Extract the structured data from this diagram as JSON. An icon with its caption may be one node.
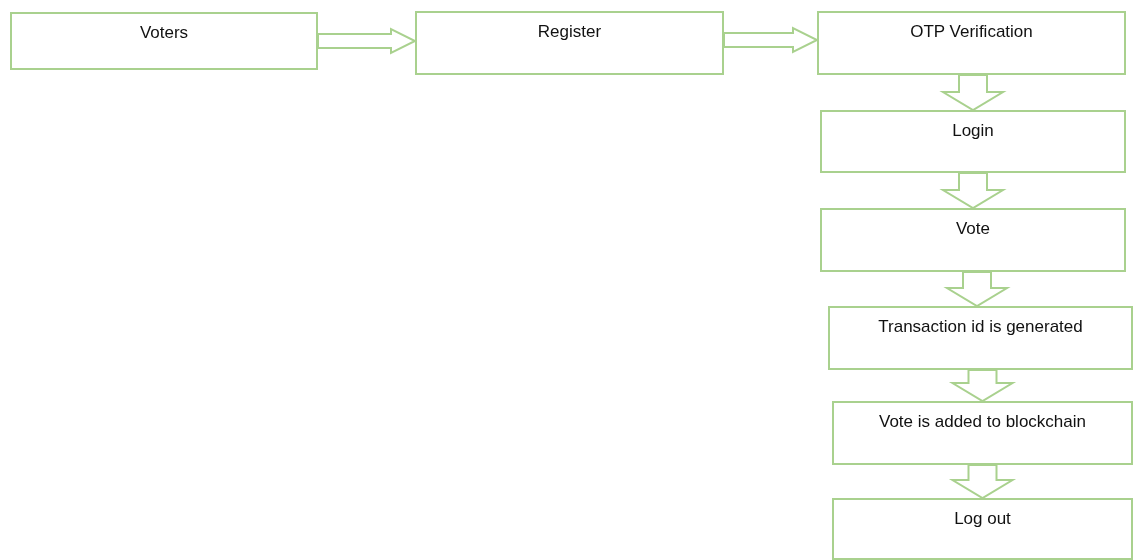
{
  "diagram": {
    "nodes": [
      {
        "text": [
          "Voters"
        ]
      },
      {
        "text": [
          "Register"
        ]
      },
      {
        "text": [
          "OTP Verification"
        ]
      },
      {
        "text": [
          "Login"
        ]
      },
      {
        "text": [
          "Vote"
        ]
      },
      {
        "text": [
          "Transaction id is generated"
        ]
      },
      {
        "text": [
          "Vote is added to blockchain"
        ]
      },
      {
        "text": [
          "Log out"
        ]
      }
    ],
    "edges": [
      {
        "from": 0,
        "to": 1,
        "arrow": "to"
      },
      {
        "from": 1,
        "to": 2,
        "arrow": "to"
      },
      {
        "from": 2,
        "to": 3,
        "arrow": "to"
      },
      {
        "from": 3,
        "to": 4,
        "arrow": "to"
      },
      {
        "from": 4,
        "to": 5,
        "arrow": "to"
      },
      {
        "from": 5,
        "to": 6,
        "arrow": "to"
      },
      {
        "from": 6,
        "to": 7,
        "arrow": "to"
      }
    ]
  }
}
